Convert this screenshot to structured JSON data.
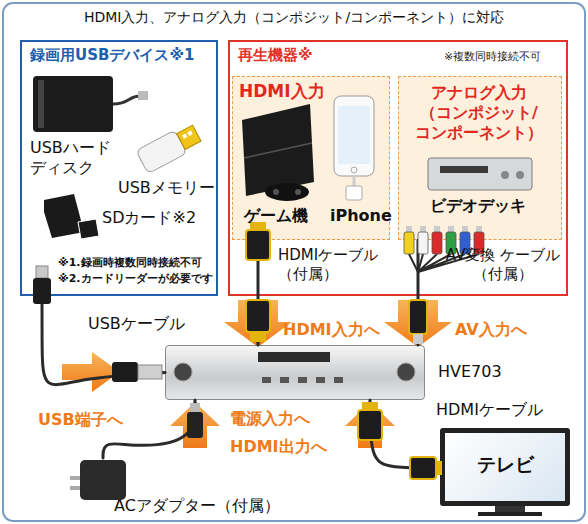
{
  "diagram": {
    "title": "HDMI入力、アナログ入力（コンポジット/コンポーネント）に対応",
    "nodes": [
      {
        "text": [
          "録画用USBデバイス※1"
        ]
      },
      {
        "text": [
          "再生機器※",
          "※複数同時接続不可"
        ]
      },
      {
        "text": [
          "HDMI入力"
        ],
        "in": 1
      },
      {
        "text": [
          "アナログ入力 （コンポジット/ コンポーネント）"
        ],
        "in": 1
      },
      {
        "text": [
          "HVE703"
        ]
      },
      {
        "text": [
          "テレビ"
        ]
      },
      {
        "text": [
          "ACアダプター（付属）"
        ]
      }
    ],
    "edges": [
      {
        "from": 0,
        "to": 4,
        "arrow": "to",
        "label": "USB端子へ"
      },
      {
        "from": 2,
        "to": 4,
        "arrow": "to",
        "label": "HDMI入力へ"
      },
      {
        "from": 3,
        "to": 4,
        "arrow": "to",
        "label": "AV入力へ"
      },
      {
        "from": 6,
        "to": 4,
        "arrow": "to",
        "label": "電源入力へ"
      },
      {
        "from": 5,
        "to": 4,
        "arrow": "to",
        "label": "HDMI出力へ"
      }
    ],
    "labels": [
      "USBハード ディスク",
      "USBメモリー",
      "SDカード※2",
      "※1.録画時複数同時接続不可",
      "※2.カードリーダーが必要です",
      "ゲーム機",
      "iPhone",
      "ビデオデッキ",
      "USBケーブル",
      "HDMIケーブル （付属）",
      "AV変換 ケーブル（付属）",
      "HDMIケーブル"
    ]
  }
}
